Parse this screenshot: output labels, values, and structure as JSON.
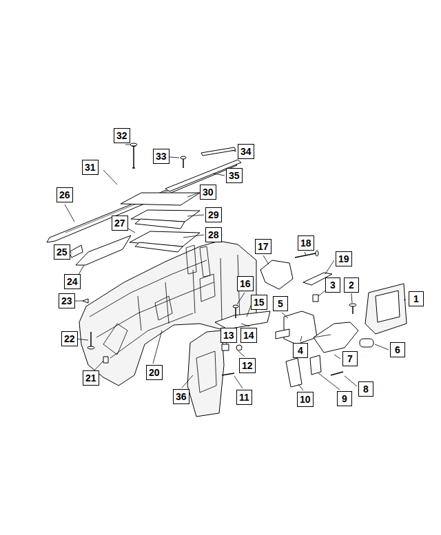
{
  "diagram": {
    "labels": [
      "1",
      "2",
      "3",
      "4",
      "5",
      "6",
      "7",
      "8",
      "9",
      "10",
      "11",
      "12",
      "13",
      "14",
      "15",
      "16",
      "17",
      "18",
      "19",
      "20",
      "21",
      "22",
      "23",
      "24",
      "25",
      "26",
      "27",
      "28",
      "29",
      "30",
      "31",
      "32",
      "33",
      "34",
      "35",
      "36"
    ]
  }
}
